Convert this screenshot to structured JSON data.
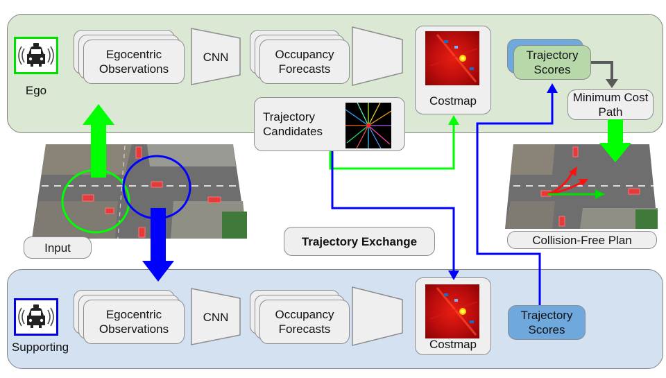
{
  "ego": {
    "label": "Ego",
    "obs_label": "Egocentric Observations",
    "cnn_label": "CNN",
    "forecast_label": "Occupancy Forecasts",
    "costmap_label": "Costmap",
    "candidates_label": "Trajectory Candidates",
    "scores_label": "Trajectory Scores",
    "min_cost_label": "Minimum Cost Path"
  },
  "supporting": {
    "label": "Supporting",
    "obs_label": "Egocentric Observations",
    "cnn_label": "CNN",
    "forecast_label": "Occupancy Forecasts",
    "costmap_label": "Costmap",
    "scores_label": "Trajectory Scores"
  },
  "input_label": "Input",
  "exchange_label": "Trajectory Exchange",
  "plan_label": "Collision-Free Plan",
  "colors": {
    "ego_panel": "#dbe8d4",
    "support_panel": "#d3e1f1",
    "green_arrow": "#00ff00",
    "blue_arrow": "#0000ff",
    "ego_scores": "#b7d9a9",
    "support_scores": "#6fa8dc"
  }
}
